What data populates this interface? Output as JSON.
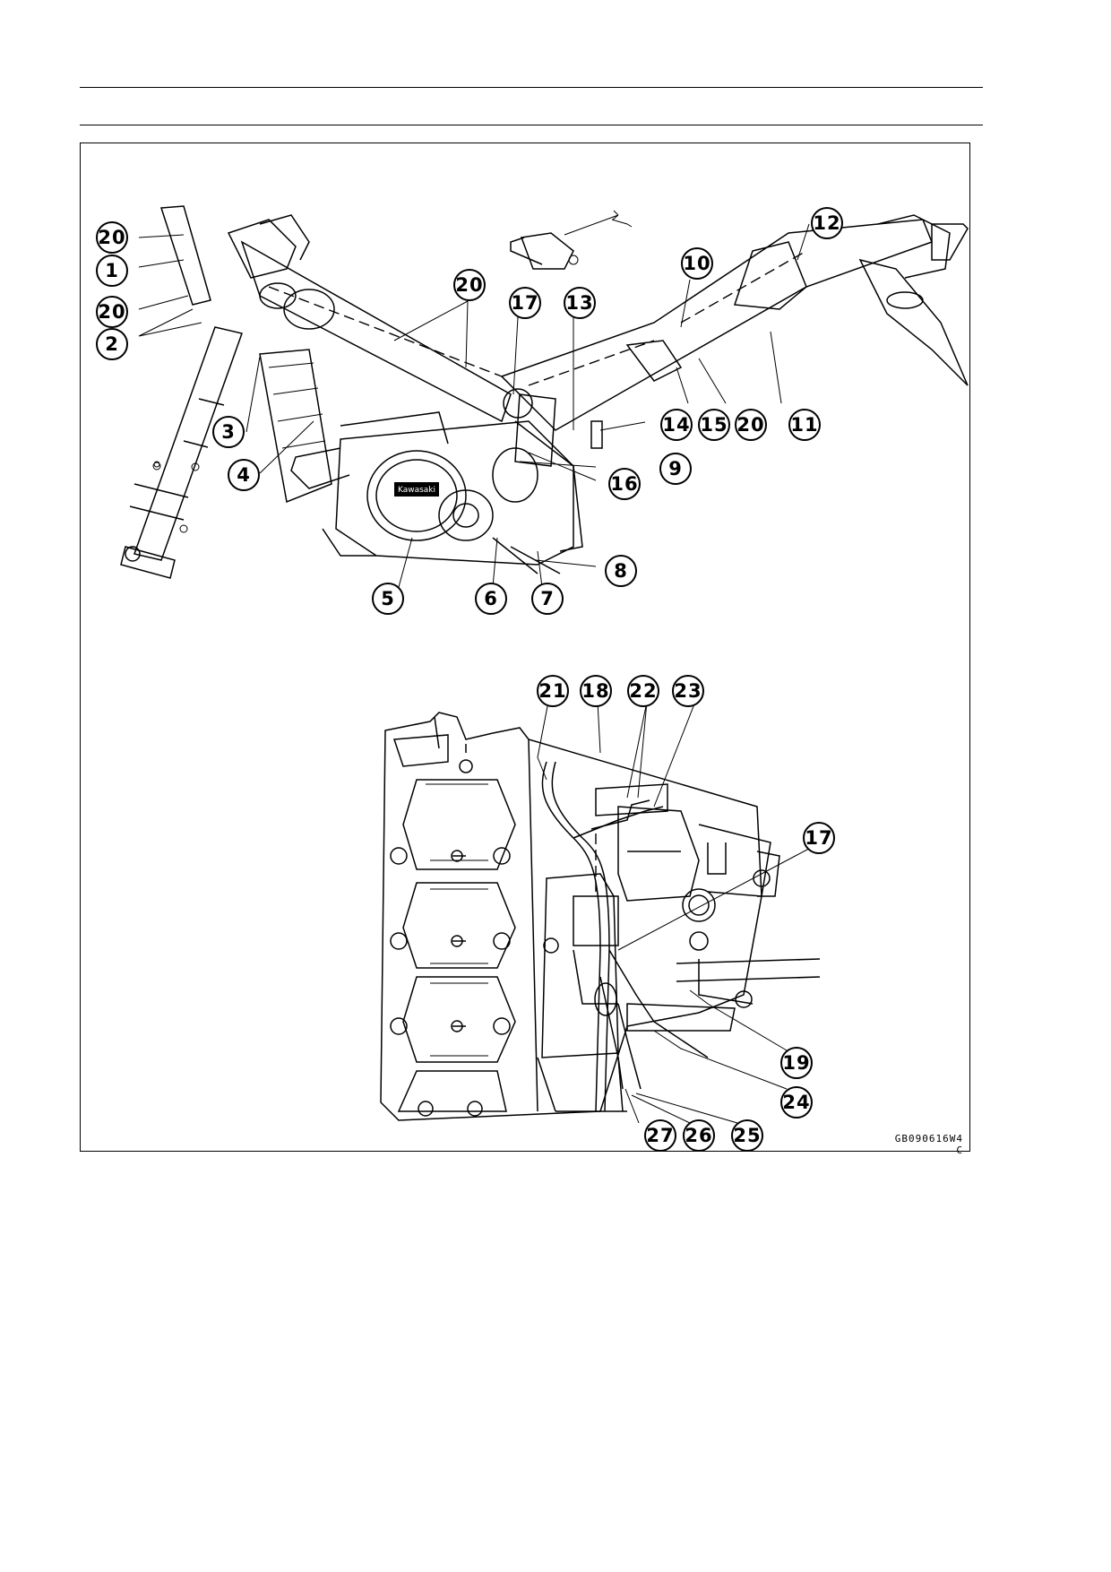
{
  "figure": {
    "code": "GB090616W4  C",
    "callouts": {
      "c1": "1",
      "c2": "2",
      "c3": "3",
      "c4": "4",
      "c5": "5",
      "c6": "6",
      "c7": "7",
      "c8": "8",
      "c9": "9",
      "c10": "10",
      "c11": "11",
      "c12": "12",
      "c13": "13",
      "c14": "14",
      "c15": "15",
      "c16": "16",
      "c17": "17",
      "c18": "18",
      "c19": "19",
      "c20": "20",
      "c21": "21",
      "c22": "22",
      "c23": "23",
      "c24": "24",
      "c25": "25",
      "c26": "26",
      "c27": "27"
    },
    "logo_text": "Kawasaki"
  }
}
